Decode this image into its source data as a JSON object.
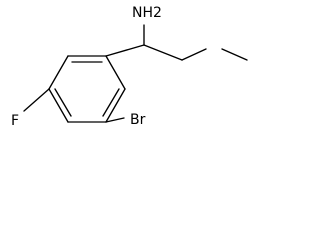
{
  "molecule": {
    "atoms": {
      "amine": "NH2",
      "fluorine": "F",
      "bromine": "Br"
    }
  }
}
